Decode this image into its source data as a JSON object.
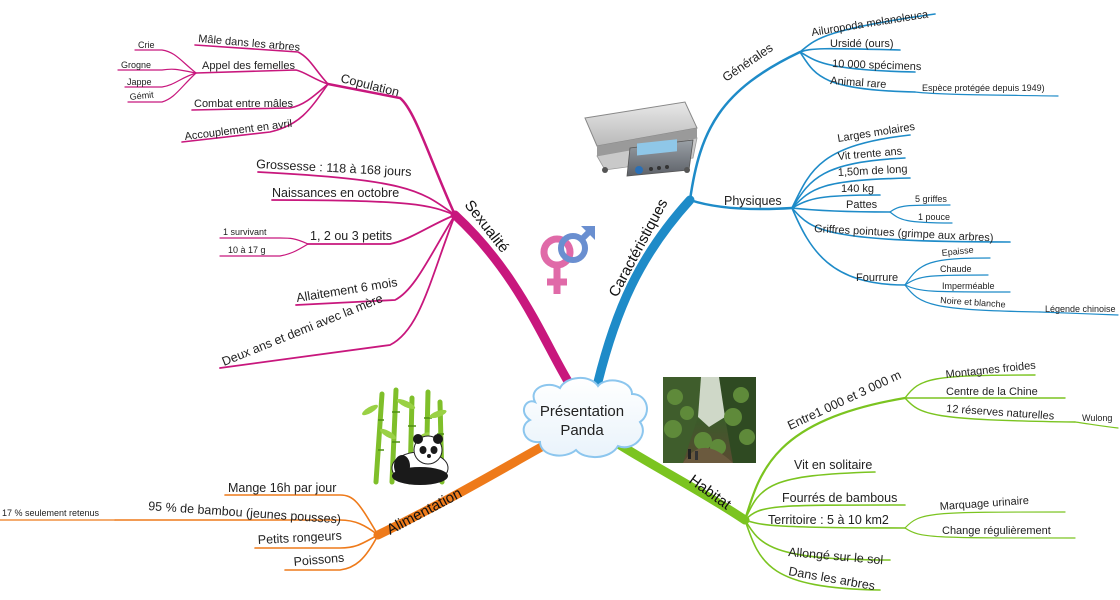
{
  "center": {
    "line1": "Présentation",
    "line2": "Panda"
  },
  "colors": {
    "sexualite": "#c8177d",
    "caracteristiques": "#1e8bc8",
    "alimentation": "#ee7a1a",
    "habitat": "#7bc420"
  },
  "icons": {
    "sexualite": "gender-symbols-icon",
    "caracteristiques": "weighing-scale-image",
    "alimentation": "panda-bamboo-image",
    "habitat": "mountain-forest-image"
  },
  "branches": {
    "sexualite": {
      "title": "Sexualité",
      "copulation": {
        "title": "Copulation",
        "male": "Mâle dans les arbres",
        "appel": "Appel des femelles",
        "appel_items": [
          "Crie",
          "Grogne",
          "Jappe",
          "Gémit"
        ],
        "combat": "Combat entre mâles",
        "accouplement": "Accouplement en avril"
      },
      "grossesse": "Grossesse : 118 à 168 jours",
      "naissances": "Naissances en octobre",
      "petits": "1, 2 ou 3 petits",
      "petits_items": [
        "1 survivant",
        "10 à 17 g"
      ],
      "allaitement": "Allaitement 6 mois",
      "deux_ans": "Deux ans et demi avec la mère"
    },
    "caracteristiques": {
      "title": "Caractéristiques",
      "generales": {
        "title": "Générales",
        "items": [
          "Ailuropoda melanoleuca",
          "Ursidé (ours)",
          "10 000 spécimens",
          "Animal rare"
        ],
        "animal_rare_detail": "Espèce protégée depuis 1949)"
      },
      "physiques": {
        "title": "Physiques",
        "items": [
          "Larges molaires",
          "Vit trente ans",
          "1,50m de long",
          "140 kg"
        ],
        "pattes": "Pattes",
        "pattes_items": [
          "5 griffes",
          "1 pouce"
        ],
        "griffes": "Griffres pointues (grimpe aux arbres)",
        "fourrure": "Fourrure",
        "fourrure_items": [
          "Epaisse",
          "Chaude",
          "Imperméable",
          "Noire et blanche"
        ],
        "legende": "Légende chinoise"
      }
    },
    "alimentation": {
      "title": "Alimentation",
      "items": [
        "Mange 16h par jour",
        "95 % de bambou (jeunes pousses)",
        "Petits rongeurs",
        "Poissons"
      ],
      "bambou_detail": "17 % seulement retenus"
    },
    "habitat": {
      "title": "Habitat",
      "altitude": "Entre1 000 et 3 000 m",
      "altitude_items": [
        "Montagnes froides",
        "Centre de la Chine",
        "12 réserves naturelles"
      ],
      "wulong": "Wulong",
      "items": [
        "Vit en solitaire",
        "Fourrés de bambous"
      ],
      "territoire": "Territoire : 5 à 10 km2",
      "territoire_items": [
        "Marquage urinaire",
        "Change régulièrement"
      ],
      "allonge": "Allongé sur le sol",
      "arbres": "Dans les arbres"
    }
  }
}
